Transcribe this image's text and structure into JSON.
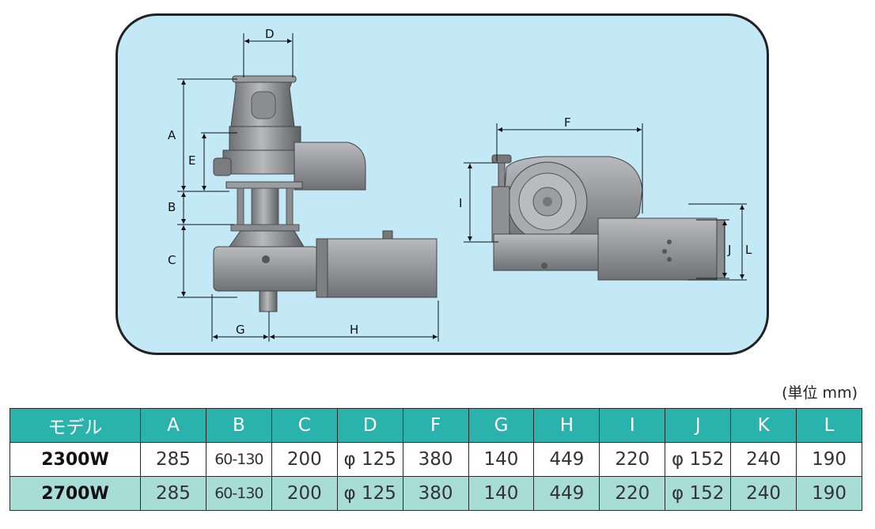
{
  "diagram": {
    "labels": {
      "A": "A",
      "B": "B",
      "C": "C",
      "D": "D",
      "E": "E",
      "F": "F",
      "G": "G",
      "H": "H",
      "I": "I",
      "J": "J",
      "L": "L"
    }
  },
  "unit_note": "(単位 mm)",
  "table": {
    "headers": [
      "モデル",
      "A",
      "B",
      "C",
      "D",
      "F",
      "G",
      "H",
      "I",
      "J",
      "K",
      "L"
    ],
    "rows": [
      [
        "2300W",
        "285",
        "60-130",
        "200",
        "φ 125",
        "380",
        "140",
        "449",
        "220",
        "φ 152",
        "240",
        "190"
      ],
      [
        "2700W",
        "285",
        "60-130",
        "200",
        "φ 125",
        "380",
        "140",
        "449",
        "220",
        "φ 152",
        "240",
        "190"
      ]
    ]
  },
  "colors": {
    "panel_background": "#c3e8f6",
    "header_background": "#2ab3ad",
    "alt_row_background": "#a8dcd7"
  }
}
